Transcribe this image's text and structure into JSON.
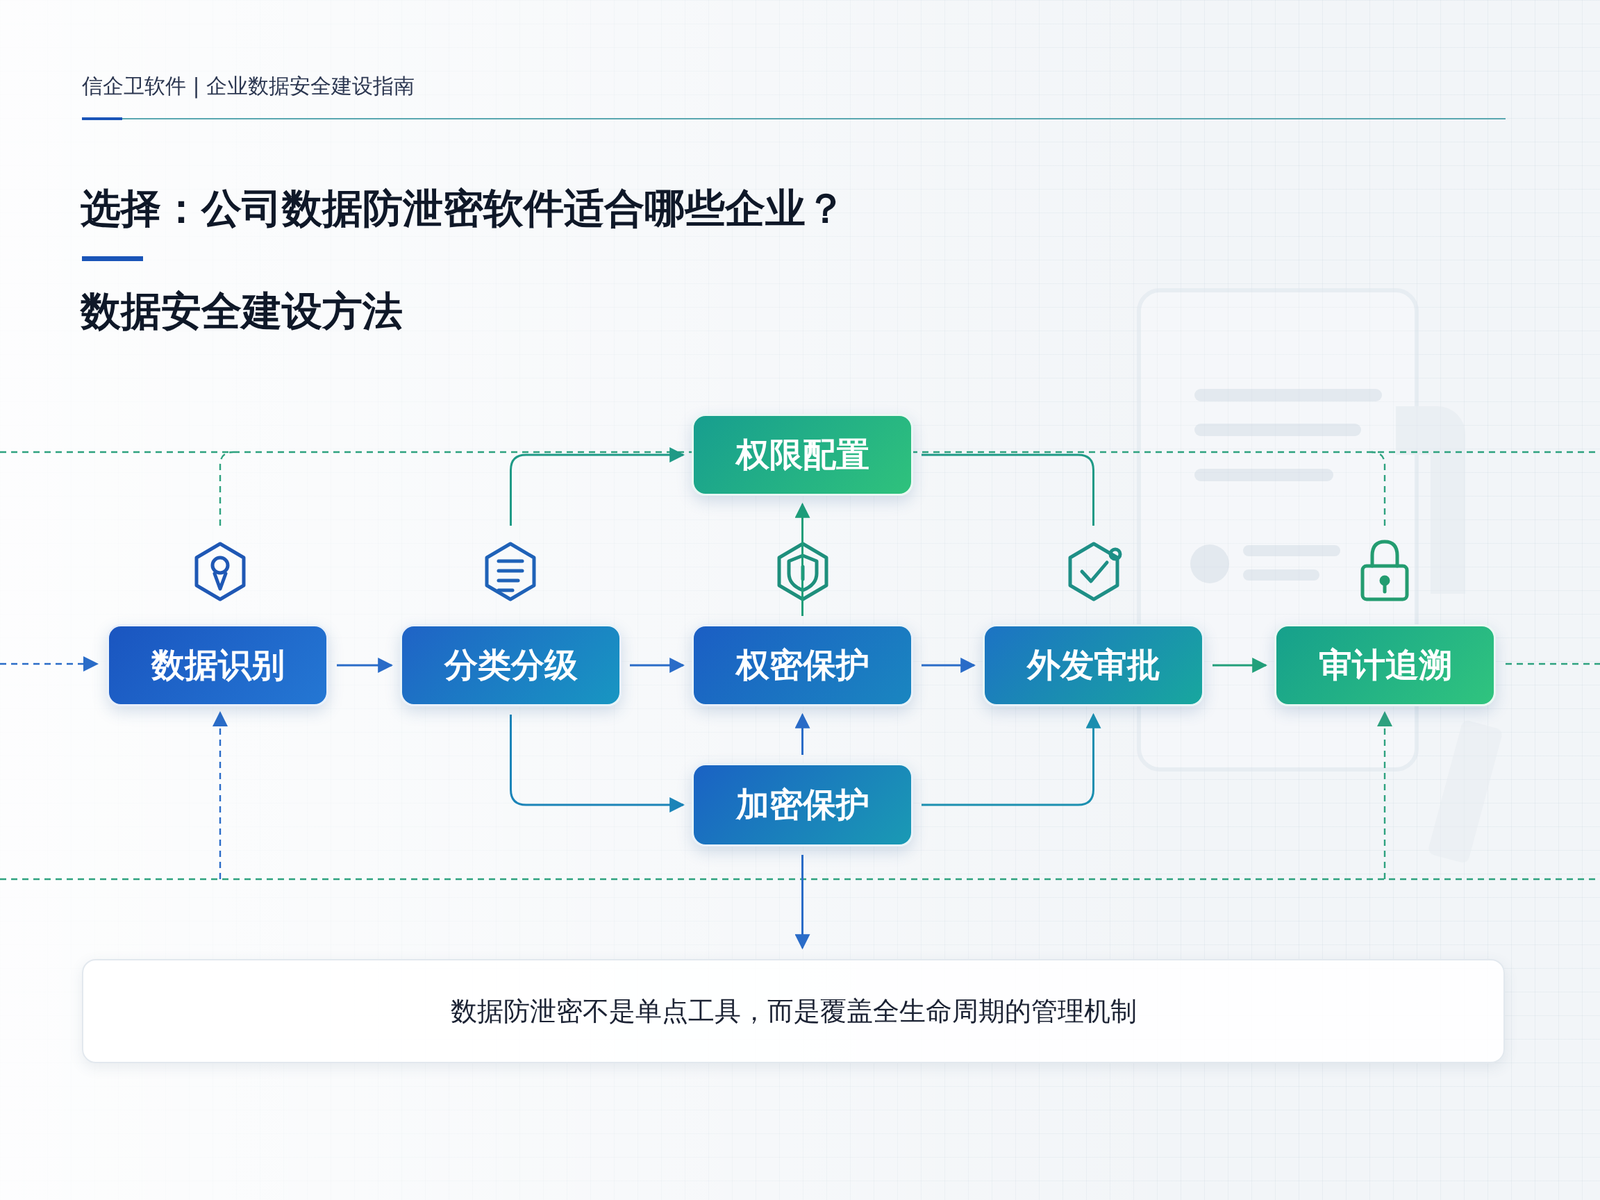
{
  "diagram": {
    "title": "选择：公司数据防泄密软件适合哪些企业？",
    "nodes": [
      {
        "text": [
          "数据识别"
        ]
      },
      {
        "text": [
          "分类分级"
        ]
      },
      {
        "text": [
          "权限配置"
        ]
      },
      {
        "text": [
          "权密保护"
        ]
      },
      {
        "text": [
          "加密保护"
        ]
      },
      {
        "text": [
          "外发审批"
        ]
      },
      {
        "text": [
          "审计追溯"
        ]
      },
      {
        "text": [
          "数据防泄密不是单点工具，而是覆盖全生命周期的管理机制"
        ]
      }
    ],
    "edges": [
      {
        "from": 0,
        "to": 1,
        "arrow": "to"
      },
      {
        "from": 1,
        "to": 3,
        "arrow": "to"
      },
      {
        "from": 3,
        "to": 5,
        "arrow": "to"
      },
      {
        "from": 5,
        "to": 6,
        "arrow": "to"
      },
      {
        "from": 1,
        "to": 2,
        "arrow": "to"
      },
      {
        "from": 1,
        "to": 4,
        "arrow": "to"
      },
      {
        "from": 3,
        "to": 2,
        "arrow": "to"
      },
      {
        "from": 4,
        "to": 3,
        "arrow": "to"
      },
      {
        "from": 2,
        "to": 5,
        "arrow": "none"
      },
      {
        "from": 4,
        "to": 5,
        "arrow": "to"
      },
      {
        "from": 4,
        "to": 7,
        "arrow": "to"
      }
    ],
    "labels": [
      "信企卫软件 | 企业数据安全建设指南",
      "数据安全建设方法"
    ]
  }
}
